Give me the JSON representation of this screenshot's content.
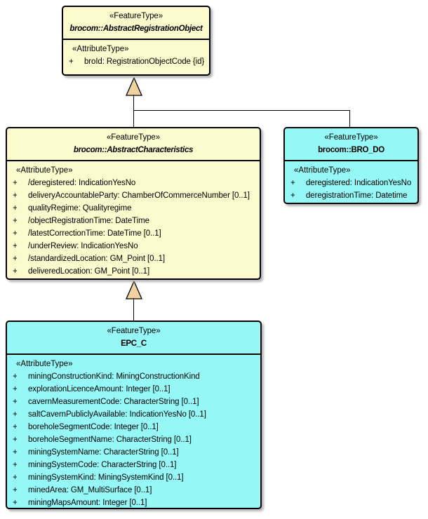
{
  "colors": {
    "yellow_fill": "#FBFBCE",
    "cyan_fill": "#96F7F7",
    "arrow_fill": "#EFD2A0",
    "border": "#000000"
  },
  "classes": {
    "aro": {
      "stereotype": "«FeatureType»",
      "name": "brocom::AbstractRegistrationObject",
      "attr_header": "«AttributeType»",
      "attributes": [
        {
          "vis": "+",
          "text": "broId: RegistrationObjectCode {id}"
        }
      ]
    },
    "ac": {
      "stereotype": "«FeatureType»",
      "name": "brocom::AbstractCharacteristics",
      "attr_header": "«AttributeType»",
      "attributes": [
        {
          "vis": "+",
          "text": "/deregistered: IndicationYesNo"
        },
        {
          "vis": "+",
          "text": "deliveryAccountableParty: ChamberOfCommerceNumber [0..1]"
        },
        {
          "vis": "+",
          "text": "qualityRegime: Qualityregime"
        },
        {
          "vis": "+",
          "text": "/objectRegistrationTime: DateTime"
        },
        {
          "vis": "+",
          "text": "/latestCorrectionTime: DateTime [0..1]"
        },
        {
          "vis": "+",
          "text": "/underReview: IndicationYesNo"
        },
        {
          "vis": "+",
          "text": "/standardizedLocation: GM_Point [0..1]"
        },
        {
          "vis": "+",
          "text": "deliveredLocation: GM_Point [0..1]"
        }
      ]
    },
    "bro_do": {
      "stereotype": "«FeatureType»",
      "name": "brocom::BRO_DO",
      "attr_header": "«AttributeType»",
      "attributes": [
        {
          "vis": "+",
          "text": "deregistered: IndicationYesNo"
        },
        {
          "vis": "+",
          "text": "deregistrationTime: Datetime"
        }
      ]
    },
    "epc": {
      "stereotype": "«FeatureType»",
      "name": "EPC_C",
      "attr_header": "«AttributeType»",
      "attributes": [
        {
          "vis": "+",
          "text": "miningConstructionKind: MiningConstructionKind"
        },
        {
          "vis": "+",
          "text": "explorationLicenceAmount: Integer [0..1]"
        },
        {
          "vis": "+",
          "text": "cavernMeasurementCode: CharacterString [0..1]"
        },
        {
          "vis": "+",
          "text": "saltCavernPubliclyAvailable: IndicationYesNo [0..1]"
        },
        {
          "vis": "+",
          "text": "boreholeSegmentCode: Integer [0..1]"
        },
        {
          "vis": "+",
          "text": "boreholeSegmentName: CharacterString [0..1]"
        },
        {
          "vis": "+",
          "text": "miningSystemName: CharacterString [0..1]"
        },
        {
          "vis": "+",
          "text": "miningSystemCode: CharacterString [0..1]"
        },
        {
          "vis": "+",
          "text": "miningSystemKind: MiningSystemKind [0..1]"
        },
        {
          "vis": "+",
          "text": "minedArea: GM_MultiSurface [0..1]"
        },
        {
          "vis": "+",
          "text": "miningMapsAmount: Integer [0..1]"
        }
      ]
    }
  }
}
